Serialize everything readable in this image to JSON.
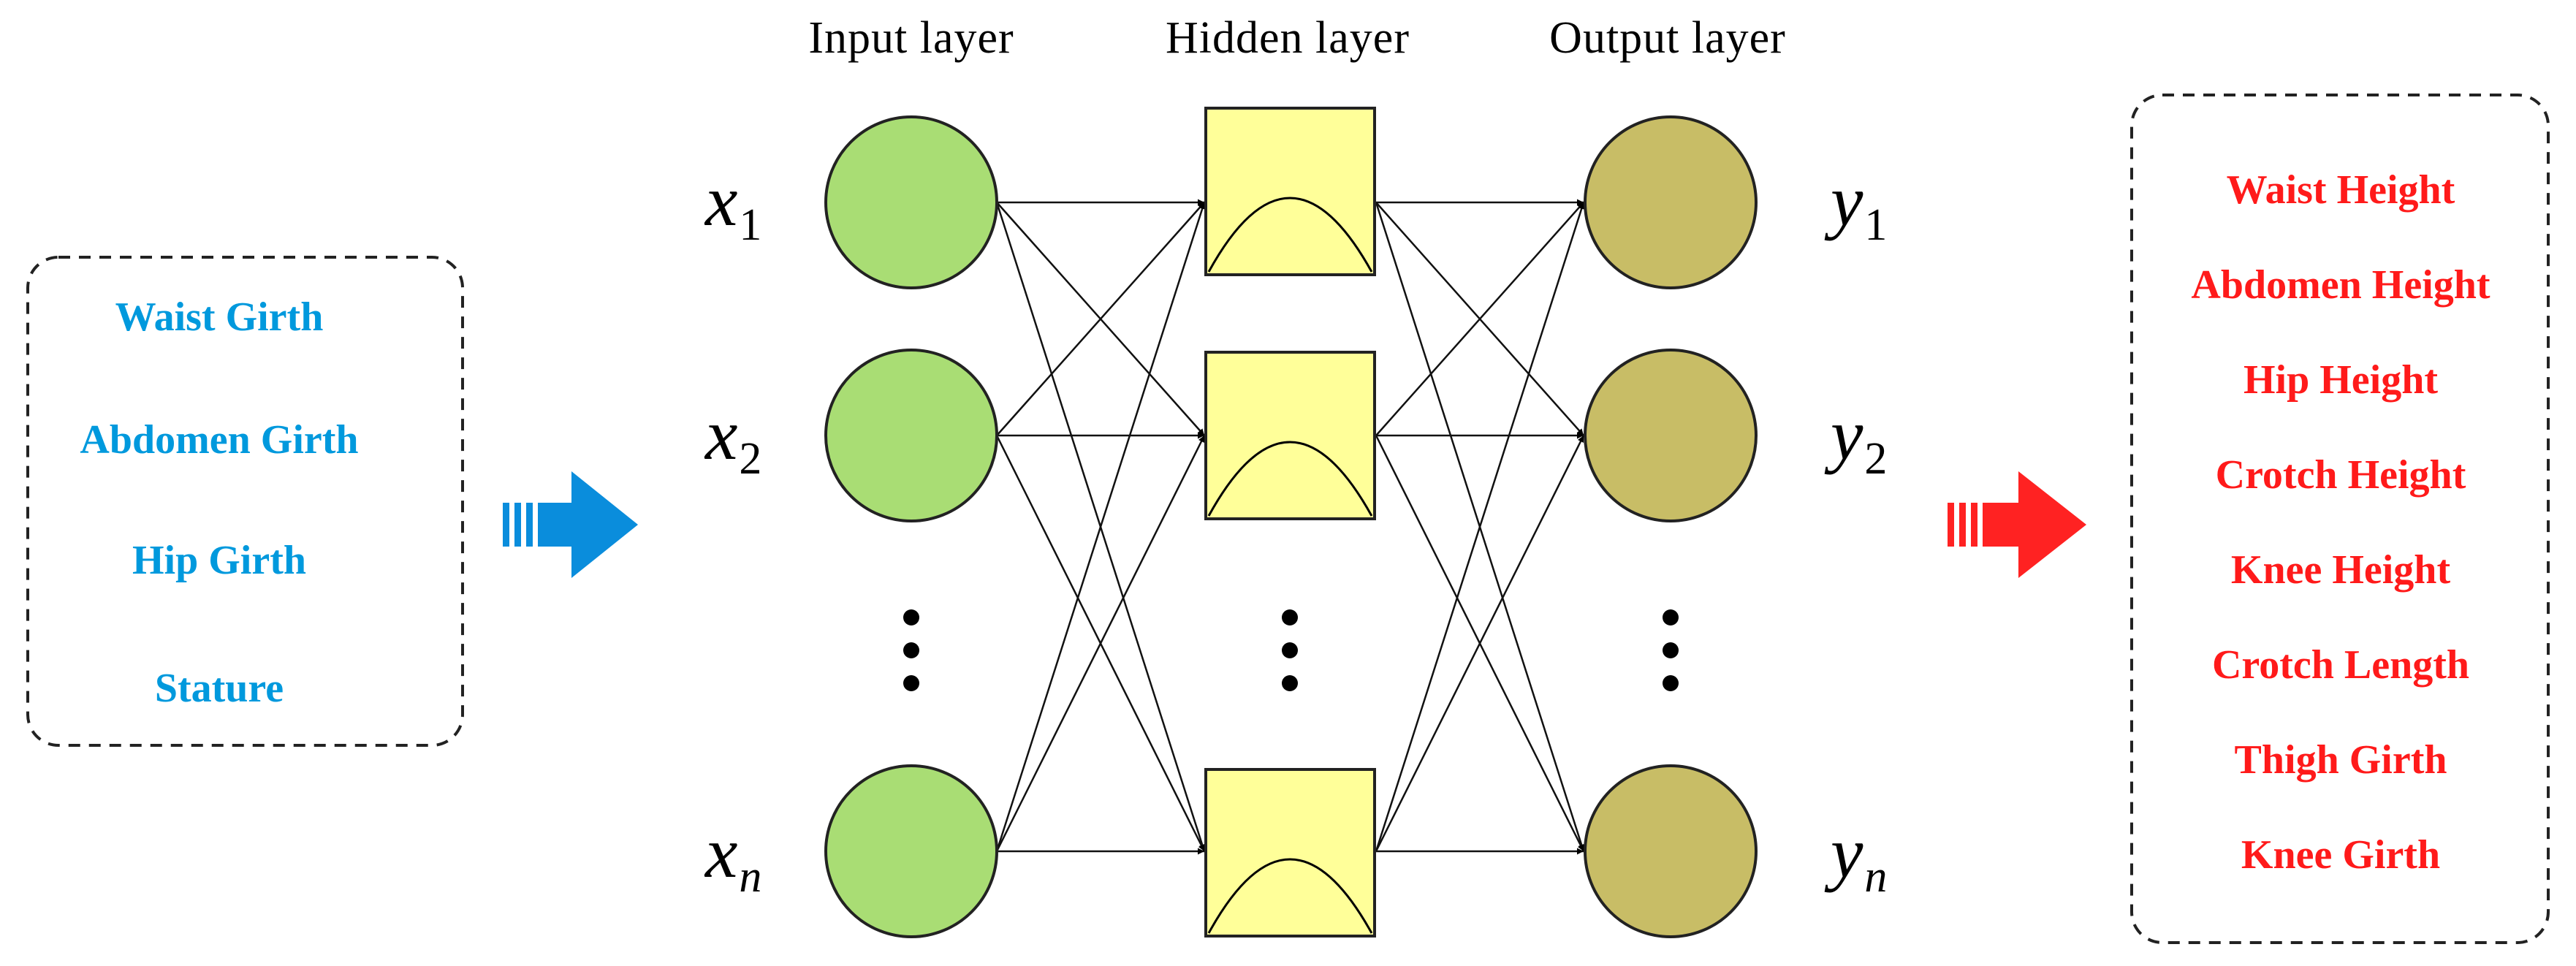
{
  "layers": {
    "input": "Input layer",
    "hidden": "Hidden layer",
    "output": "Output layer"
  },
  "input_vars": [
    {
      "letter": "x",
      "sub": "1"
    },
    {
      "letter": "x",
      "sub": "2"
    },
    {
      "letter": "x",
      "sub": "n"
    }
  ],
  "output_vars": [
    {
      "letter": "y",
      "sub": "1"
    },
    {
      "letter": "y",
      "sub": "2"
    },
    {
      "letter": "y",
      "sub": "n"
    }
  ],
  "input_features": [
    "Waist Girth",
    "Abdomen Girth",
    "Hip Girth",
    "Stature"
  ],
  "output_features": [
    "Waist Height",
    "Abdomen Height",
    "Hip Height",
    "Crotch Height",
    "Knee Height",
    "Crotch Length",
    "Thigh Girth",
    "Knee Girth"
  ],
  "colors": {
    "input_node": "#a9dd74",
    "hidden_node": "#ffff99",
    "output_node": "#c8bd66",
    "input_text": "#0099dd",
    "output_text": "#ff1a1a",
    "input_arrow": "#0a8ddc",
    "output_arrow": "#ff2222"
  }
}
